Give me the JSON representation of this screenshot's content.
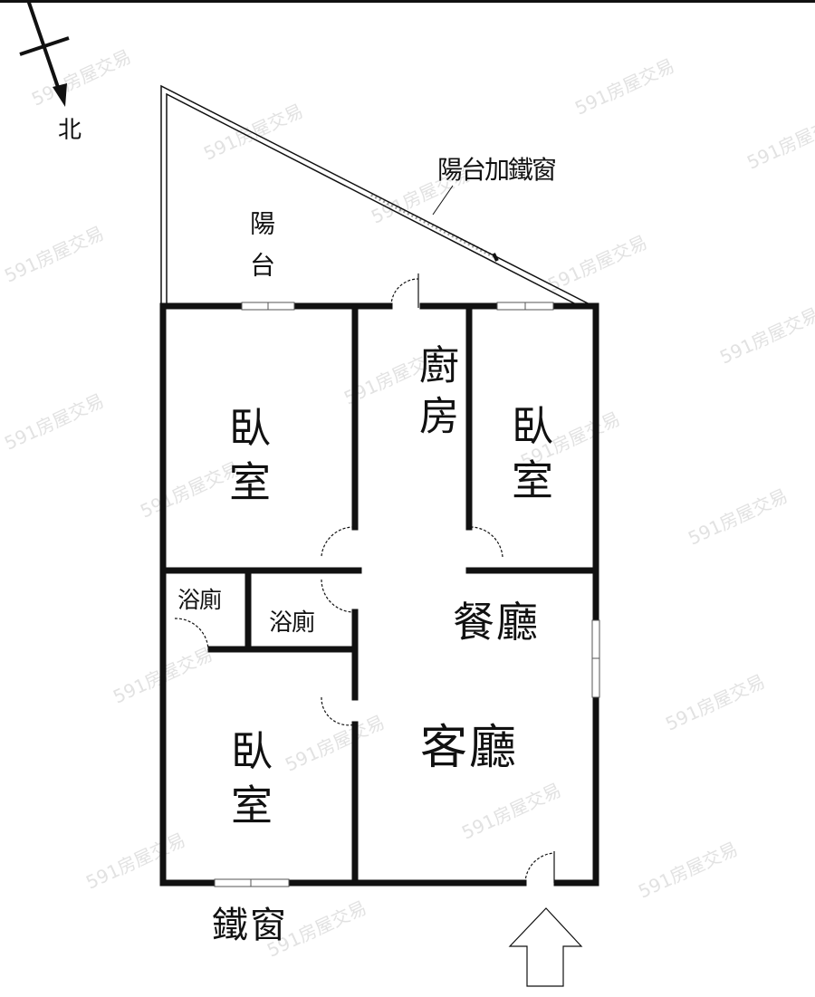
{
  "compass": {
    "label": "北",
    "icon": "north-arrow-icon"
  },
  "rooms": {
    "balcony": "陽台",
    "balcony_window_note": "陽台加鐵窗",
    "bedroom_nw": "臥室",
    "kitchen": "廚房",
    "bedroom_ne": "臥室",
    "bath_small": "浴廁",
    "bath_large": "浴廁",
    "dining": "餐廳",
    "living": "客廳",
    "bedroom_sw": "臥室"
  },
  "annotations": {
    "iron_window": "鐵窗",
    "entrance_icon": "entrance-arrow-icon"
  },
  "watermark": {
    "text": "591房屋交易"
  },
  "colors": {
    "wall": "#111111",
    "background": "#ffffff",
    "watermark": "#e2e2e2"
  }
}
